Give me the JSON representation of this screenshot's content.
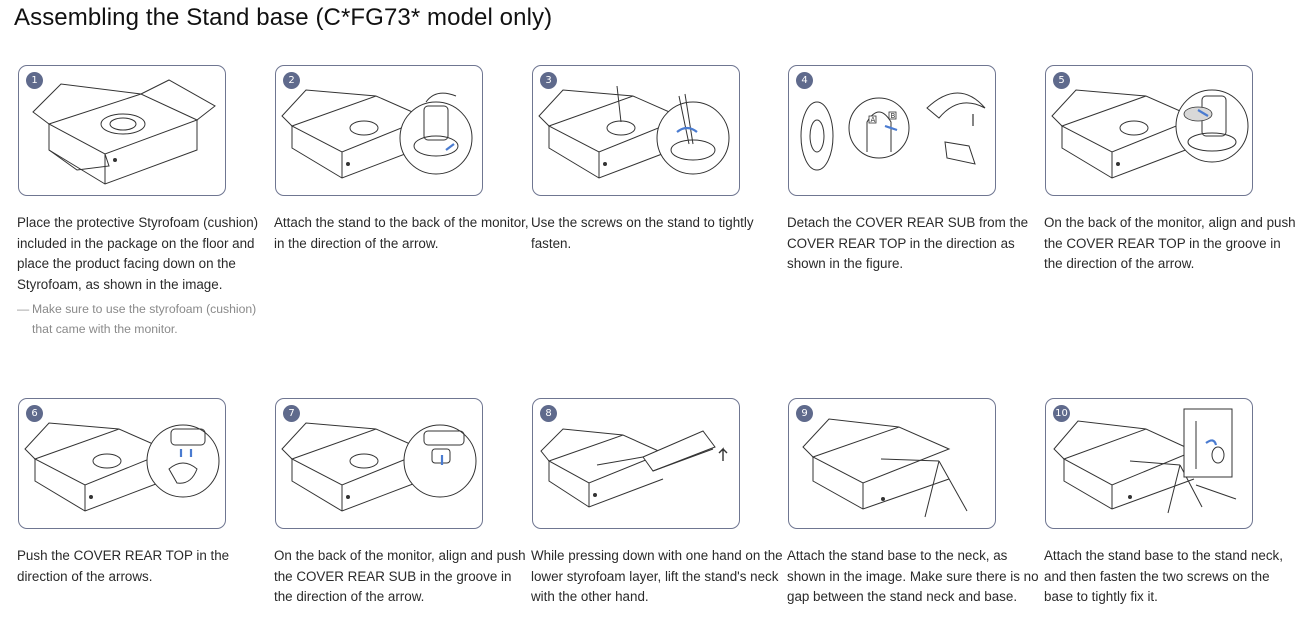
{
  "title": "Assembling the Stand base (C*FG73* model only)",
  "steps": [
    {
      "num": "1",
      "text": "Place the protective Styrofoam (cushion) included in the package on the floor and place the product facing down on the Styrofoam, as shown in the image.",
      "note": "Make sure to use the styrofoam (cushion) that came with the monitor."
    },
    {
      "num": "2",
      "text": "Attach the stand to the back of the monitor, in the direction of the arrow."
    },
    {
      "num": "3",
      "text": "Use the screws on the stand to tightly fasten."
    },
    {
      "num": "4",
      "text": "Detach the COVER REAR SUB from the COVER REAR TOP in the direction as shown in the figure.",
      "figure_labels": [
        "A",
        "B"
      ]
    },
    {
      "num": "5",
      "text": "On the back of the monitor, align and push the COVER REAR TOP in the groove in the direction of the arrow."
    },
    {
      "num": "6",
      "text": "Push the COVER REAR TOP in the direction of the arrows."
    },
    {
      "num": "7",
      "text": "On the back of the monitor, align and push the COVER REAR SUB in the groove in the direction of the arrow."
    },
    {
      "num": "8",
      "text": "While pressing down with one hand on the lower styrofoam layer, lift the stand's neck with the other hand."
    },
    {
      "num": "9",
      "text": "Attach the stand base to the neck, as shown in the image. Make sure there is no gap between the stand neck and base."
    },
    {
      "num": "10",
      "text": "Attach the stand base to the stand neck, and then fasten the two screws on the base to tightly fix it."
    }
  ]
}
